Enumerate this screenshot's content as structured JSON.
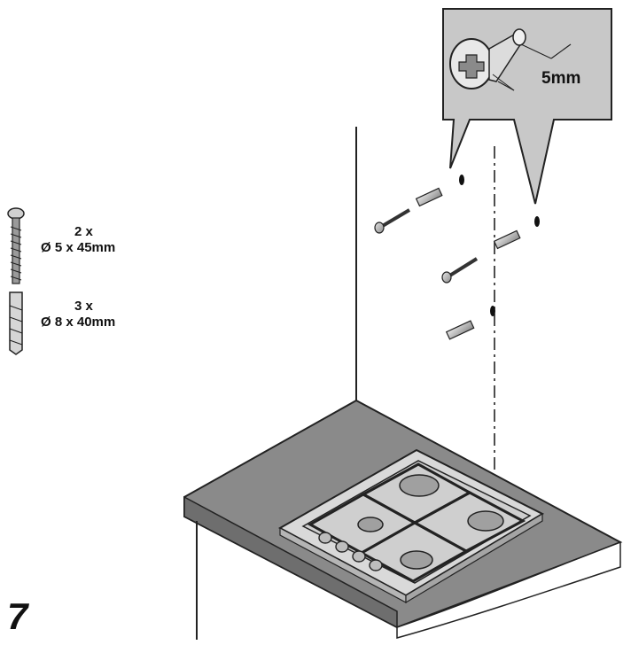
{
  "step_number": "7",
  "callout": {
    "dimension": "5mm"
  },
  "parts": [
    {
      "qty": "2 x",
      "size": "Ø 5 x 45mm",
      "icon": "screw-icon"
    },
    {
      "qty": "3 x",
      "size": "Ø 8 x 40mm",
      "icon": "wall-plug-icon"
    }
  ],
  "colors": {
    "ink": "#111111",
    "wall_tone": "#9a9a9a",
    "worktop": "#7f7f7f",
    "callout_fill": "#c8c8c8"
  }
}
